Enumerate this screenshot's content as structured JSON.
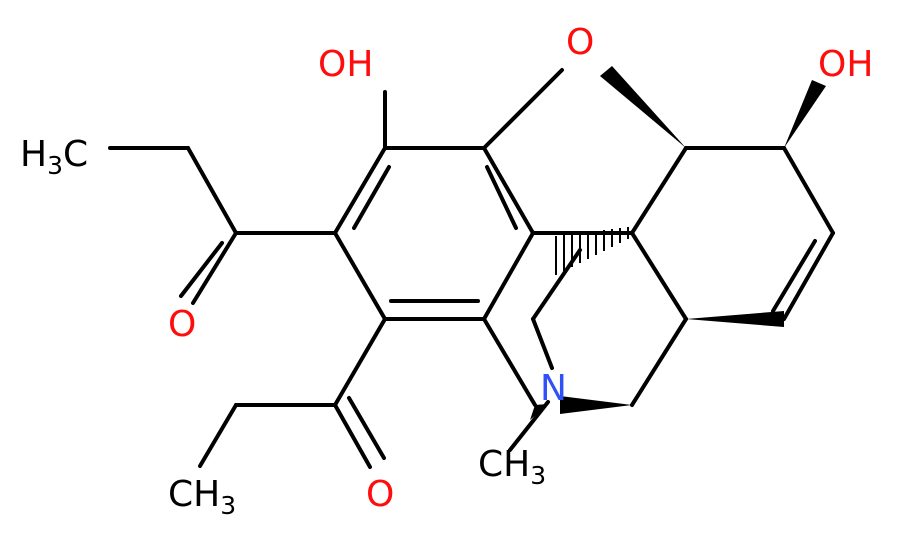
{
  "molecule": {
    "labels": {
      "oh_top_left": "OH",
      "oh_top_right": "OH",
      "ring_oxygen": "O",
      "nitrogen": "N",
      "ketone_o_upper": "O",
      "ketone_o_lower": "O",
      "methyl_upper": {
        "main": "H",
        "sub": "3",
        "tail": "C"
      },
      "methyl_lower": {
        "main": "CH",
        "sub": "3"
      },
      "n_methyl": {
        "main": "CH",
        "sub": "3"
      }
    },
    "colors": {
      "bond": "#000000",
      "oxygen": "#ff0d0d",
      "nitrogen": "#3050f8",
      "carbon": "#000000",
      "background": "#ffffff"
    }
  }
}
